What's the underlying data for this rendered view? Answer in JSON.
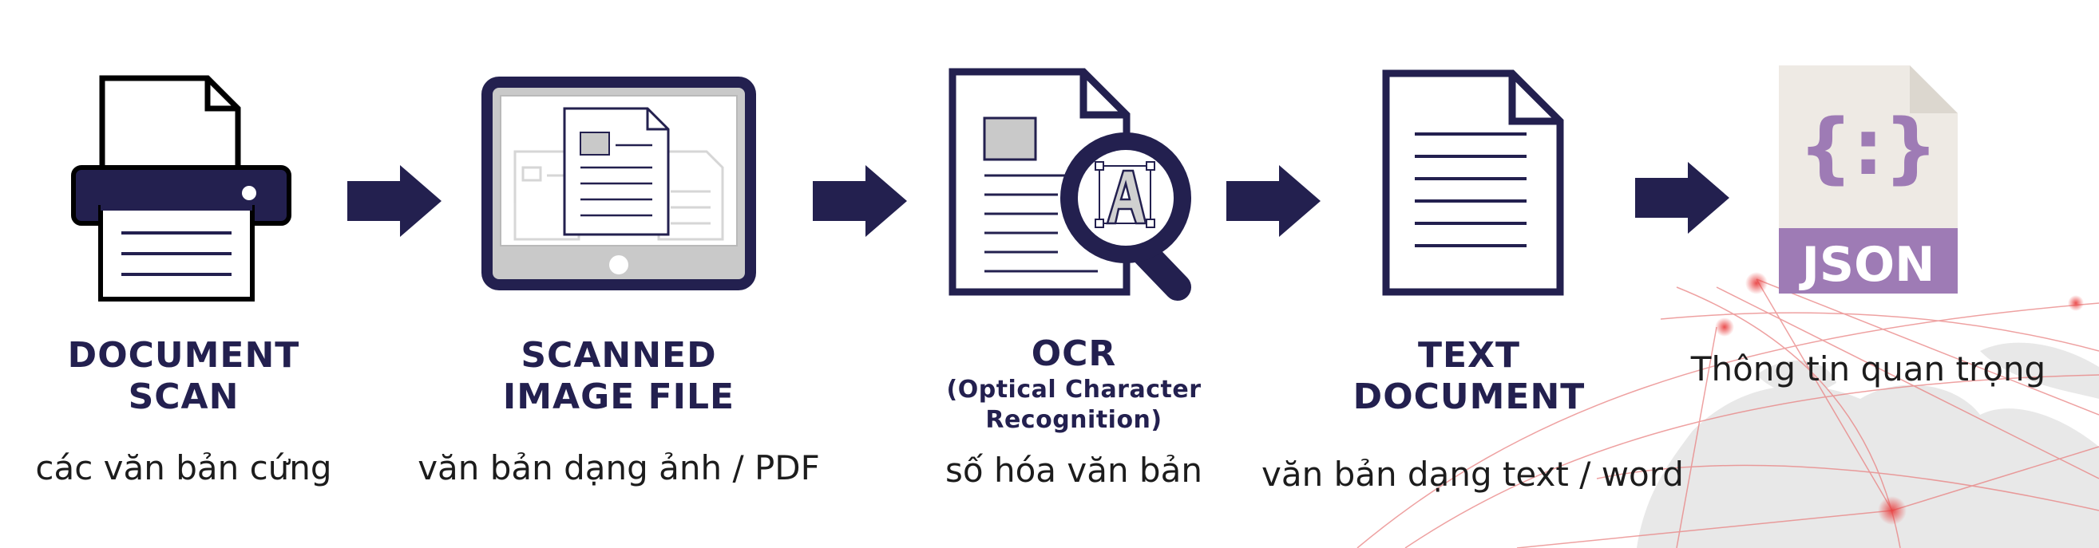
{
  "stages": [
    {
      "title": "DOCUMENT\nSCAN",
      "caption": "các văn bản cứng",
      "icon": "printer-icon"
    },
    {
      "title": "SCANNED\nIMAGE FILE",
      "caption": "văn bản dạng ảnh / PDF",
      "icon": "tablet-document-icon"
    },
    {
      "title": "OCR",
      "subtitle": "(Optical Character\nRecognition)",
      "caption": "số hóa văn bản",
      "icon": "document-magnifier-icon"
    },
    {
      "title": "TEXT\nDOCUMENT",
      "caption": "văn bản dạng text / word",
      "icon": "text-document-icon"
    },
    {
      "title": "",
      "caption": "Thông tin quan trọng",
      "icon": "json-file-icon",
      "icon_label": "JSON",
      "icon_symbol": "{:}"
    }
  ],
  "colors": {
    "navy": "#23204f",
    "purple": "#9e7bb5",
    "file_grey": "#eeeae4",
    "map_red": "#d94a4a"
  }
}
